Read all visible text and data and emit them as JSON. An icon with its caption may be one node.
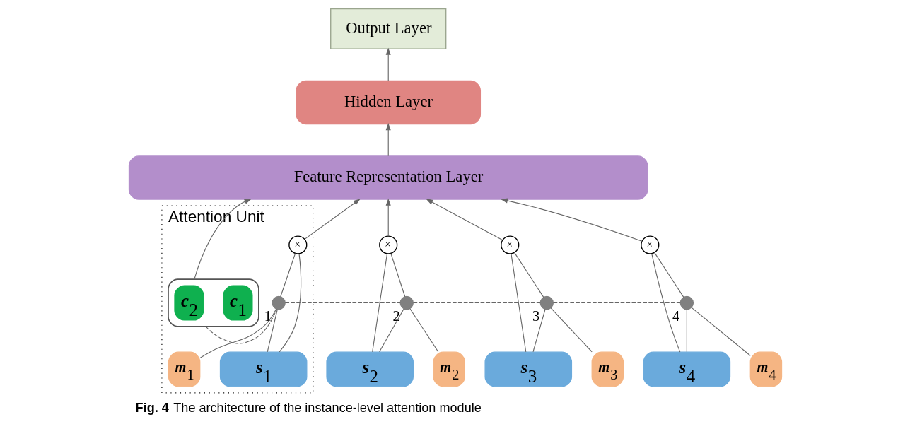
{
  "diagram": {
    "caption": "**Fig. 4** The architecture of the instance-level attention module",
    "nodes": [
      {
        "text": [
          "Output Layer"
        ]
      },
      {
        "text": [
          "Hidden Layer"
        ]
      },
      {
        "text": [
          "Feature Representation Layer"
        ]
      },
      {
        "text": [
          "Attention Unit"
        ]
      },
      {
        "text": [],
        "shape": "box",
        "in": 3
      },
      {
        "text": [
          "c$_{1}$"
        ],
        "in": 4
      },
      {
        "text": [
          "c$_{2}$"
        ],
        "in": 4
      },
      {
        "text": [
          "×"
        ],
        "in": 3
      },
      {
        "text": [],
        "shape": "circle",
        "beside": [
          "1"
        ],
        "in": 3
      },
      {
        "text": [
          "s$_{1}$"
        ],
        "in": 3
      },
      {
        "text": [
          "m$_{1}$"
        ],
        "in": 3
      },
      {
        "text": [
          "×"
        ]
      },
      {
        "text": [],
        "shape": "circle",
        "beside": [
          "2"
        ]
      },
      {
        "text": [
          "s$_{2}$"
        ]
      },
      {
        "text": [
          "m$_{2}$"
        ]
      },
      {
        "text": [
          "×"
        ]
      },
      {
        "text": [],
        "shape": "circle",
        "beside": [
          "3"
        ]
      },
      {
        "text": [
          "s$_{3}$"
        ]
      },
      {
        "text": [
          "m$_{3}$"
        ]
      },
      {
        "text": [
          "×"
        ]
      },
      {
        "text": [],
        "shape": "circle",
        "beside": [
          "4"
        ]
      },
      {
        "text": [
          "s$_{4}$"
        ]
      },
      {
        "text": [
          "m$_{4}$"
        ]
      }
    ],
    "edges": [
      {
        "from": 1,
        "to": 0,
        "arrow": "to"
      },
      {
        "from": 2,
        "to": 1,
        "arrow": "to"
      },
      {
        "from": 4,
        "to": 2,
        "arrow": "to"
      },
      {
        "from": 7,
        "to": 2,
        "arrow": "to"
      },
      {
        "from": 9,
        "to": 7,
        "arrow": "none"
      },
      {
        "from": 9,
        "to": 8,
        "arrow": "none"
      },
      {
        "from": 10,
        "to": 8,
        "arrow": "none"
      },
      {
        "from": 8,
        "to": 7,
        "arrow": "none"
      },
      {
        "from": 11,
        "to": 2,
        "arrow": "to"
      },
      {
        "from": 13,
        "to": 11,
        "arrow": "none"
      },
      {
        "from": 13,
        "to": 12,
        "arrow": "none"
      },
      {
        "from": 14,
        "to": 12,
        "arrow": "none"
      },
      {
        "from": 12,
        "to": 11,
        "arrow": "none"
      },
      {
        "from": 15,
        "to": 2,
        "arrow": "to"
      },
      {
        "from": 17,
        "to": 15,
        "arrow": "none"
      },
      {
        "from": 17,
        "to": 16,
        "arrow": "none"
      },
      {
        "from": 18,
        "to": 16,
        "arrow": "none"
      },
      {
        "from": 16,
        "to": 15,
        "arrow": "none"
      },
      {
        "from": 19,
        "to": 2,
        "arrow": "to"
      },
      {
        "from": 21,
        "to": 19,
        "arrow": "none"
      },
      {
        "from": 21,
        "to": 20,
        "arrow": "none"
      },
      {
        "from": 22,
        "to": 20,
        "arrow": "none"
      },
      {
        "from": 20,
        "to": 19,
        "arrow": "none"
      },
      {
        "from": 4,
        "to": 8,
        "arrow": "none",
        "style": "dashed"
      },
      {
        "from": 8,
        "to": 12,
        "arrow": "none",
        "style": "dashed"
      },
      {
        "from": 12,
        "to": 16,
        "arrow": "none",
        "style": "dashed"
      },
      {
        "from": 16,
        "to": 20,
        "arrow": "none",
        "style": "dashed"
      }
    ]
  }
}
